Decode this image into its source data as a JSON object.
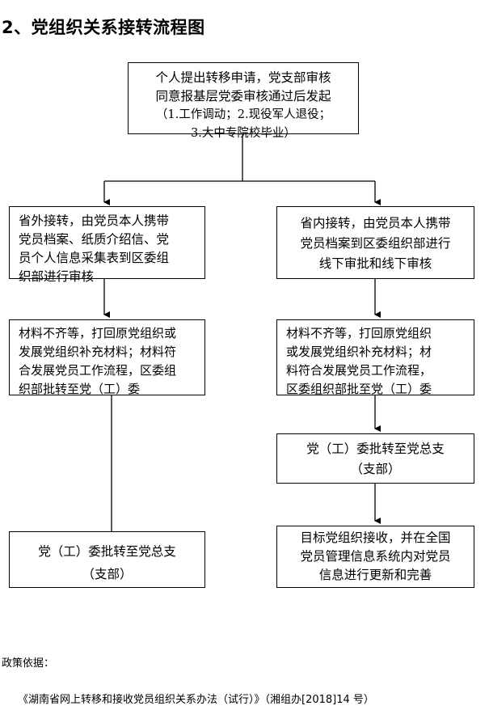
{
  "title": "2、党组织关系接转流程图",
  "boxes": {
    "start": [
      "个人提出转移申请，党支部审核",
      "同意报基层党委审核通过后发起",
      "（1.工作调动；2.现役军人退役；",
      "3.大中专院校毕业）"
    ],
    "left1": [
      "省外接转，由党员本人携带",
      "党员档案、纸质介绍信、党",
      "员个人信息采集表到区委组",
      "织部进行审核"
    ],
    "left2": [
      "材料不齐等，打回原党组织或",
      "发展党组织补充材料；材料符",
      "合发展党员工作流程，区委组",
      "织部批转至党（工）委"
    ],
    "left3": [
      "党（工）委批转至党总支",
      "（支部）"
    ],
    "right1": [
      "省内接转，由党员本人携带",
      "党员档案到区委组织部进行",
      "线下审批和线下审核"
    ],
    "right2": [
      "材料不齐等，打回原党组织",
      "或发展党组织补充材料；材",
      "料符合发展党员工作流程，",
      "区委组织部批至党（工）委"
    ],
    "right3": [
      "党（工）委批转至党总支",
      "（支部）"
    ],
    "right4": [
      "目标党组织接收，并在全国",
      "党员管理信息系统内对党员",
      "信息进行更新和完善"
    ]
  },
  "footer": {
    "label": "政策依据：",
    "reference": "《湖南省网上转移和接收党员组织关系办法（试行）》（湘组办[2018]14 号）"
  }
}
